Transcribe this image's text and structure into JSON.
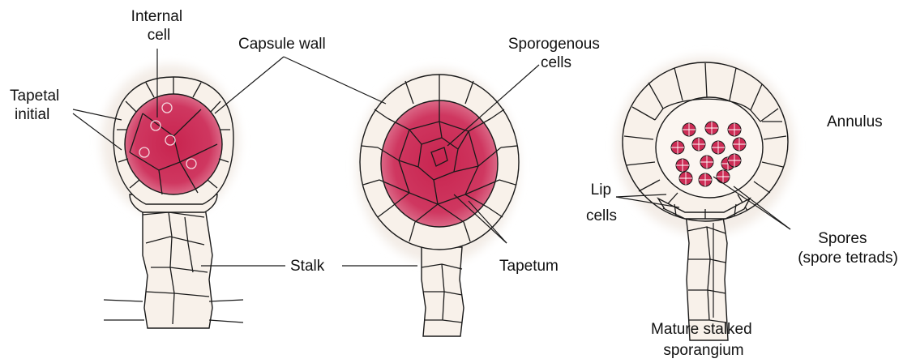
{
  "labels": {
    "internal_cell": [
      "Internal",
      "cell"
    ],
    "tapetal_initial": [
      "Tapetal",
      "initial"
    ],
    "capsule_wall": "Capsule wall",
    "sporogenous_cells": [
      "Sporogenous",
      "cells"
    ],
    "annulus": "Annulus",
    "lip_cells": [
      "Lip",
      "cells"
    ],
    "stalk": "Stalk",
    "tapetum": "Tapetum",
    "spores": [
      "Spores",
      "(spore tetrads)"
    ],
    "mature_sporangium": [
      "Mature stalked",
      "sporangium"
    ]
  },
  "colors": {
    "tissue": "#cc2c55",
    "cell_fill": "#f8f1ea",
    "halo": "#f3ece6",
    "outline": "#1a1a1a"
  },
  "spore_tetrad_count": 14
}
